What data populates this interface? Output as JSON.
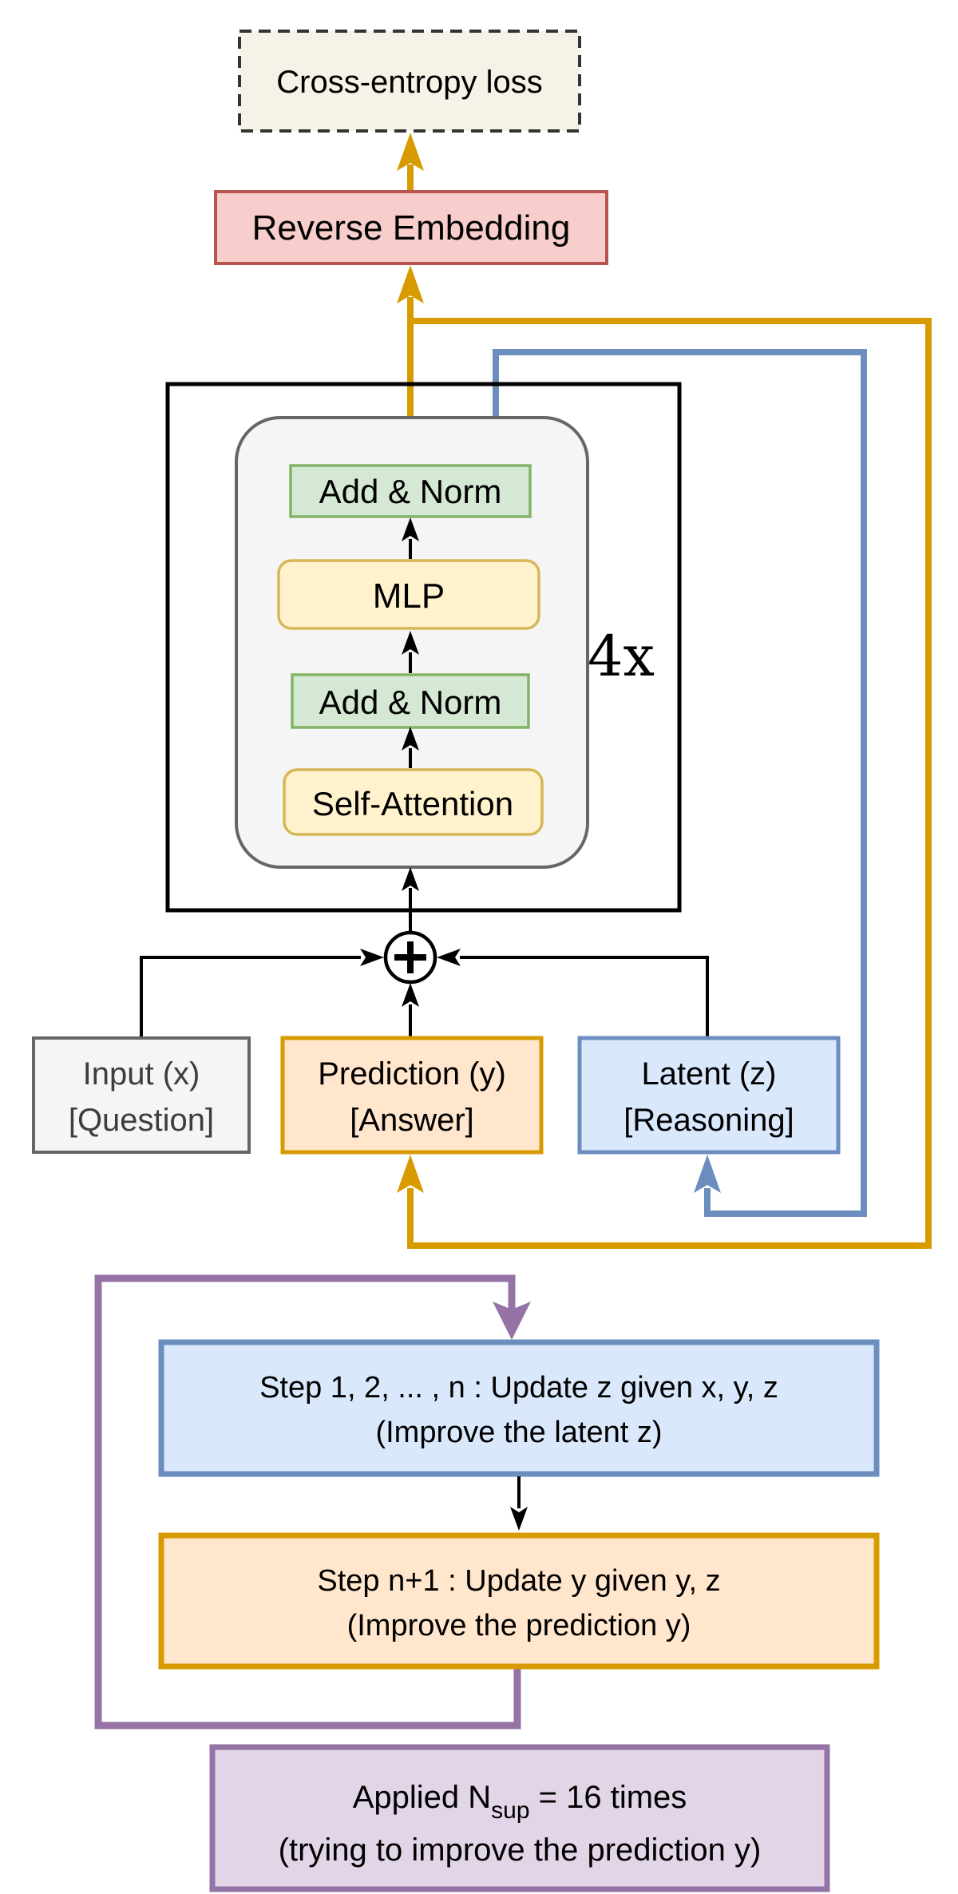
{
  "loss_box": {
    "label": "Cross-entropy loss"
  },
  "reverse_embedding_box": {
    "label": "Reverse Embedding"
  },
  "transformer_block": {
    "repeat_label": "4x",
    "add_norm_top": {
      "label": "Add & Norm"
    },
    "mlp": {
      "label": "MLP"
    },
    "add_norm_bottom": {
      "label": "Add & Norm"
    },
    "self_attention": {
      "label": "Self-Attention"
    }
  },
  "state_boxes": {
    "input": {
      "line1": "Input (x)",
      "line2": "[Question]"
    },
    "prediction": {
      "line1": "Prediction (y)",
      "line2": "[Answer]"
    },
    "latent": {
      "line1": "Latent (z)",
      "line2": "[Reasoning]"
    }
  },
  "loop_boxes": {
    "update_z": {
      "line1": "Step 1, 2, ... , n : Update z given x, y, z",
      "line2": "(Improve the latent z)"
    },
    "update_y": {
      "line1": "Step n+1 : Update y given y, z",
      "line2": "(Improve the prediction y)"
    },
    "applied": {
      "prefix": "Applied N",
      "subscript": "sup",
      "suffix": " = 16 times",
      "line2": "(trying to improve the prediction y)"
    }
  },
  "colors": {
    "gold_arrow": "#D79B00",
    "blue_arrow": "#6C8EBF",
    "purple_arrow": "#9673A6",
    "black_arrow": "#000000",
    "loss_fill": "#F5F2E8",
    "loss_border": "#333333",
    "reverse_embedding_fill": "#F8CECC",
    "reverse_embedding_border": "#B85450",
    "add_norm_fill": "#D5E8D4",
    "add_norm_border": "#82B366",
    "mlp_fill": "#FFF2CC",
    "mlp_border": "#D6B656",
    "input_fill": "#F5F5F5",
    "input_border": "#666666",
    "prediction_fill": "#FFE6CC",
    "prediction_border": "#D79B00",
    "latent_fill": "#DAE8FC",
    "latent_border": "#6C8EBF",
    "applied_fill": "#E1D5E7",
    "applied_border": "#9673A6",
    "transformer_panel_fill": "#F5F5F5",
    "transformer_panel_border": "#666666",
    "outer_block_border": "#000000"
  }
}
